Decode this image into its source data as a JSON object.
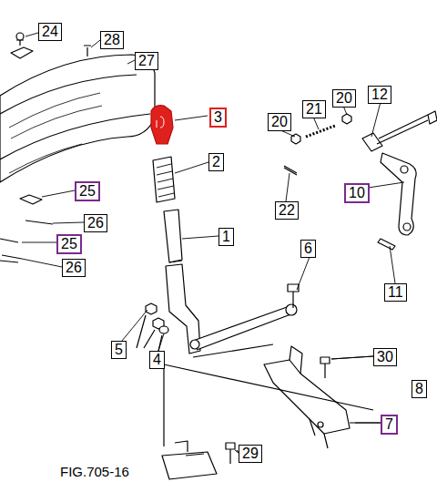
{
  "diagram": {
    "caption": "FIG.705-16",
    "labels": [
      "24",
      "28",
      "27",
      "3",
      "2",
      "1",
      "25",
      "26",
      "25",
      "26",
      "20",
      "21",
      "20",
      "12",
      "10",
      "22",
      "6",
      "11",
      "5",
      "4",
      "30",
      "7",
      "8",
      "29"
    ]
  }
}
